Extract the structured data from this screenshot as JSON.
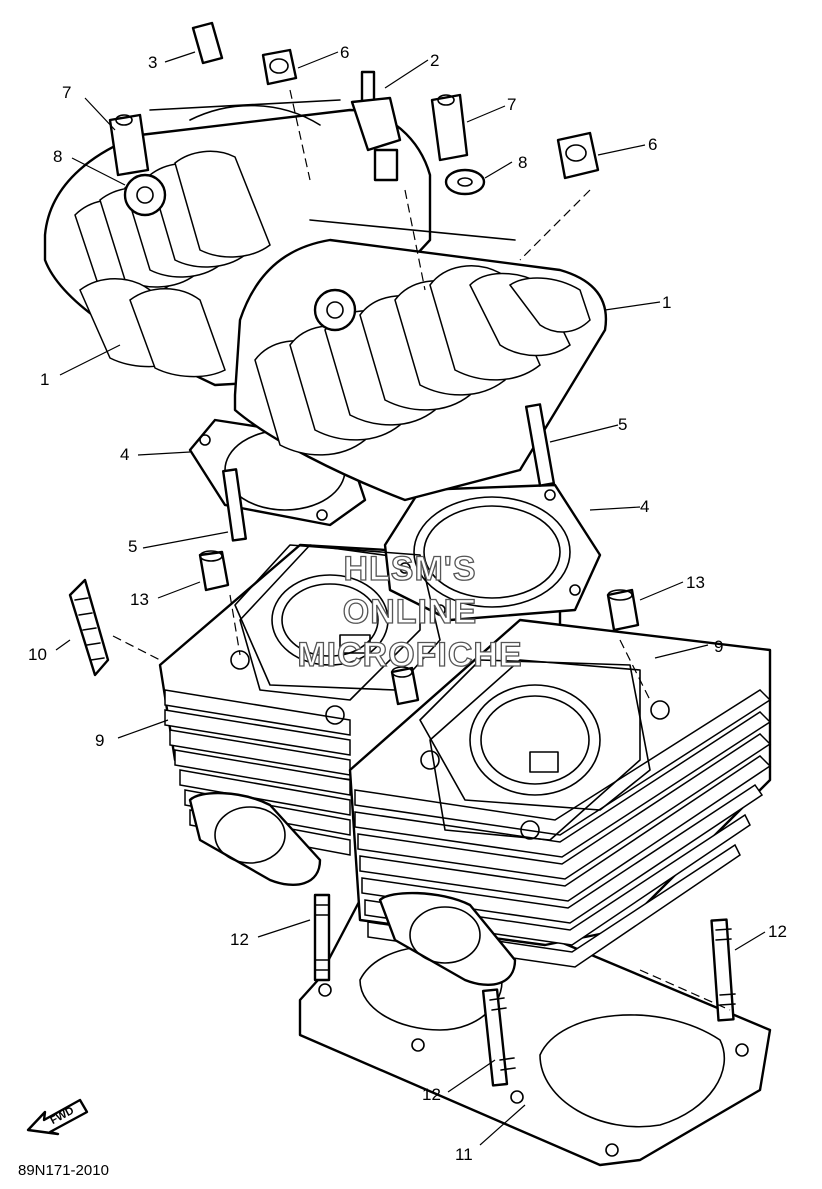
{
  "diagram": {
    "callouts": [
      "1",
      "1",
      "2",
      "3",
      "4",
      "4",
      "5",
      "5",
      "6",
      "6",
      "7",
      "7",
      "8",
      "8",
      "9",
      "9",
      "10",
      "11",
      "12",
      "12",
      "12",
      "13",
      "13"
    ],
    "watermark": [
      "HLSM'S",
      "ONLINE",
      "MICROFICHE"
    ],
    "reference_code": "89N171-2010",
    "fwd_label": "FWD"
  }
}
